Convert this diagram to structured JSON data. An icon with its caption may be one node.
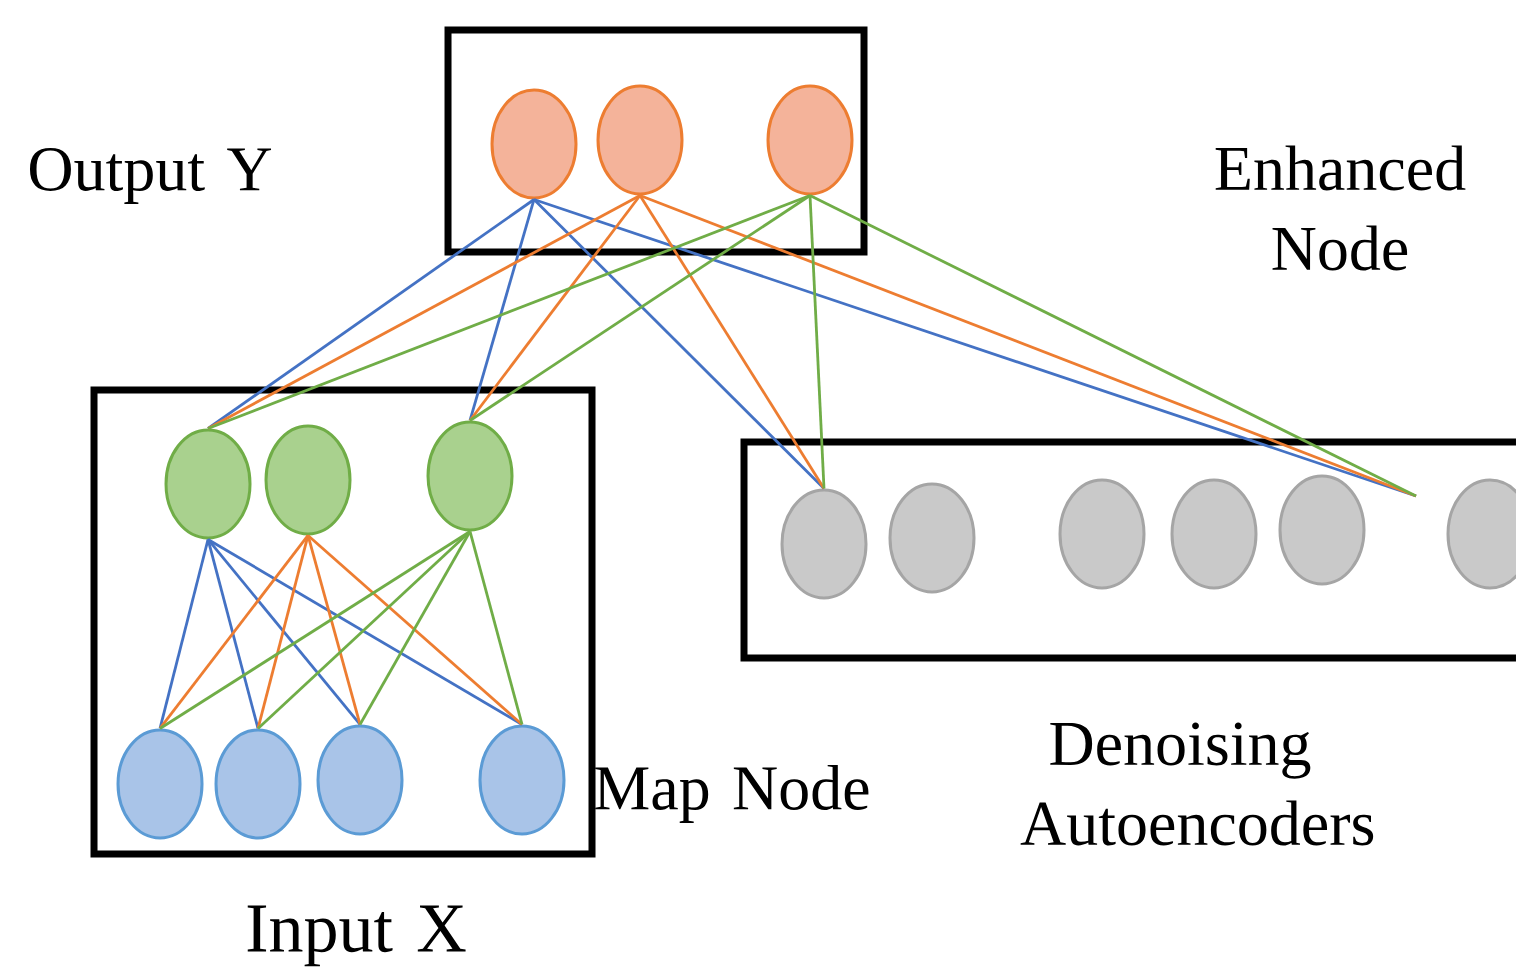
{
  "diagram": {
    "nodes": [
      {
        "text": [],
        "shape": "box",
        "beside": [
          "Output Y"
        ]
      },
      {
        "text": [],
        "shape": "circle",
        "in": 0
      },
      {
        "text": [],
        "shape": "circle",
        "in": 0
      },
      {
        "text": [],
        "shape": "circle",
        "in": 0
      },
      {
        "text": [],
        "shape": "box",
        "beside": [
          "Input X"
        ]
      },
      {
        "text": [],
        "shape": "circle",
        "in": 4
      },
      {
        "text": [],
        "shape": "circle",
        "in": 4
      },
      {
        "text": [],
        "shape": "circle",
        "in": 4
      },
      {
        "text": [],
        "shape": "circle",
        "in": 4
      },
      {
        "text": [],
        "shape": "circle",
        "in": 4
      },
      {
        "text": [],
        "shape": "circle",
        "in": 4
      },
      {
        "text": [],
        "shape": "circle",
        "in": 4
      },
      {
        "text": [],
        "shape": "box",
        "beside": [
          "Denoising Autoencoders"
        ]
      },
      {
        "text": [],
        "shape": "circle",
        "in": 12
      },
      {
        "text": [],
        "shape": "circle",
        "in": 12
      },
      {
        "text": [],
        "shape": "circle",
        "in": 12
      },
      {
        "text": [],
        "shape": "circle",
        "in": 12
      },
      {
        "text": [],
        "shape": "circle",
        "in": 12
      },
      {
        "text": [],
        "shape": "circle",
        "in": 12
      }
    ],
    "edges": [
      {
        "from": 1,
        "to": 5,
        "arrow": "none",
        "color": "#4472c4"
      },
      {
        "from": 1,
        "to": 7,
        "arrow": "none",
        "color": "#4472c4"
      },
      {
        "from": 1,
        "to": 13,
        "arrow": "none",
        "color": "#4472c4"
      },
      {
        "from": 1,
        "to": null,
        "arrow": "none",
        "color": "#4472c4"
      },
      {
        "from": 2,
        "to": 5,
        "arrow": "none",
        "color": "#ed7d31"
      },
      {
        "from": 2,
        "to": 7,
        "arrow": "none",
        "color": "#ed7d31"
      },
      {
        "from": 2,
        "to": 13,
        "arrow": "none",
        "color": "#ed7d31"
      },
      {
        "from": 2,
        "to": null,
        "arrow": "none",
        "color": "#ed7d31"
      },
      {
        "from": 3,
        "to": 5,
        "arrow": "none",
        "color": "#70ad47"
      },
      {
        "from": 3,
        "to": 7,
        "arrow": "none",
        "color": "#70ad47"
      },
      {
        "from": 3,
        "to": 13,
        "arrow": "none",
        "color": "#70ad47"
      },
      {
        "from": 3,
        "to": null,
        "arrow": "none",
        "color": "#70ad47"
      },
      {
        "from": 5,
        "to": 8,
        "arrow": "none",
        "color": "#4472c4"
      },
      {
        "from": 5,
        "to": 9,
        "arrow": "none",
        "color": "#4472c4"
      },
      {
        "from": 5,
        "to": 10,
        "arrow": "none",
        "color": "#4472c4"
      },
      {
        "from": 5,
        "to": 11,
        "arrow": "none",
        "color": "#4472c4"
      },
      {
        "from": 6,
        "to": 8,
        "arrow": "none",
        "color": "#ed7d31"
      },
      {
        "from": 6,
        "to": 9,
        "arrow": "none",
        "color": "#ed7d31"
      },
      {
        "from": 6,
        "to": 10,
        "arrow": "none",
        "color": "#ed7d31"
      },
      {
        "from": 6,
        "to": 11,
        "arrow": "none",
        "color": "#ed7d31"
      },
      {
        "from": 7,
        "to": 8,
        "arrow": "none",
        "color": "#70ad47"
      },
      {
        "from": 7,
        "to": 9,
        "arrow": "none",
        "color": "#70ad47"
      },
      {
        "from": 7,
        "to": 10,
        "arrow": "none",
        "color": "#70ad47"
      },
      {
        "from": 7,
        "to": 11,
        "arrow": "none",
        "color": "#70ad47"
      }
    ],
    "labels": [
      "Enhanced Node",
      "Map Node"
    ]
  }
}
